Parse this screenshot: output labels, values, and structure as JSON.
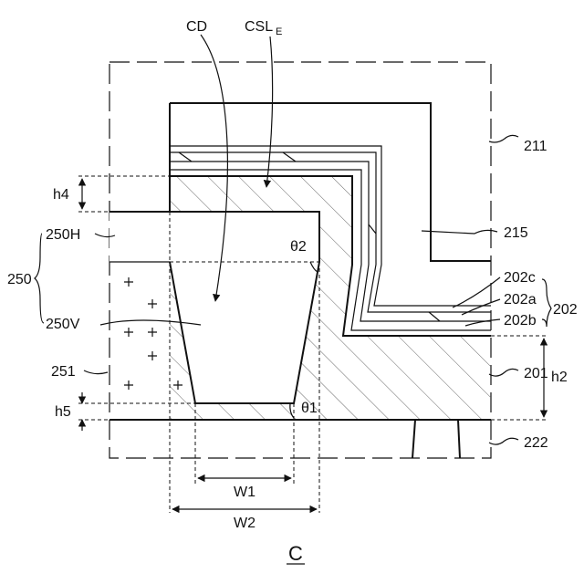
{
  "figure": {
    "caption": "C",
    "labels": {
      "cd": "CD",
      "csl": "CSL",
      "csl_sub": "E",
      "l211": "211",
      "l215": "215",
      "h4": "h4",
      "l250H": "250H",
      "theta2": "θ2",
      "l250": "250",
      "l250V": "250V",
      "l202c": "202c",
      "l202a": "202a",
      "l202b": "202b",
      "l202": "202",
      "l251": "251",
      "l201": "201",
      "h2": "h2",
      "h5": "h5",
      "theta1": "θ1",
      "l222": "222",
      "w1": "W1",
      "w2": "W2"
    }
  }
}
